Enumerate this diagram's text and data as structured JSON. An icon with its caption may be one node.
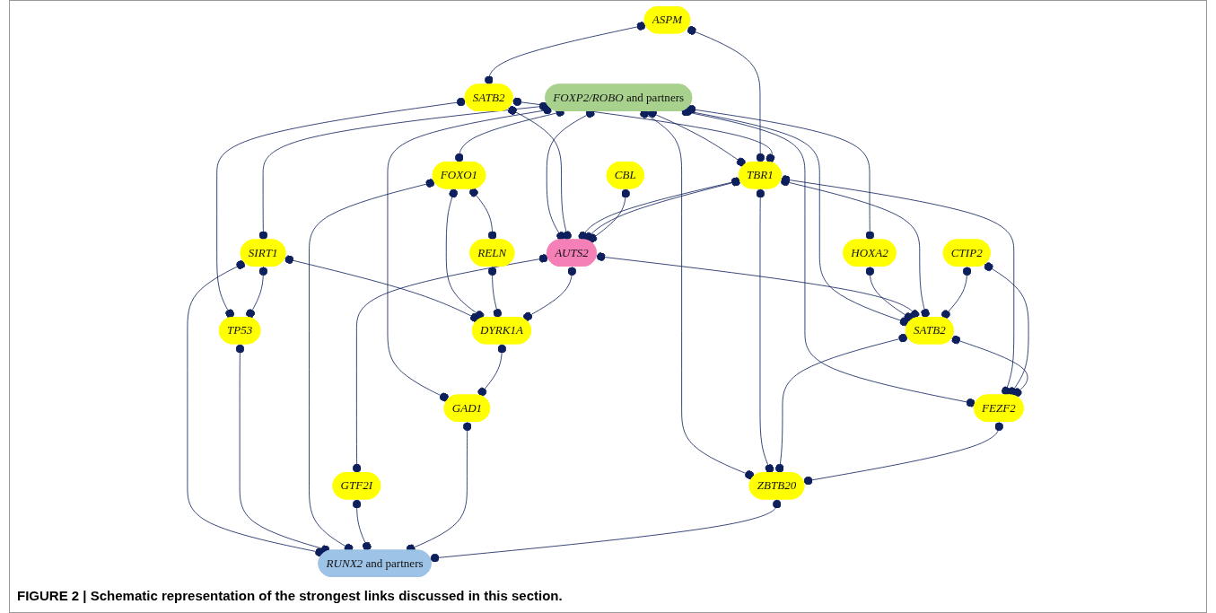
{
  "diagram": {
    "caption": "FIGURE 2 | Schematic representation of the strongest links discussed in this section.",
    "nodes": [
      {
        "text": [
          "*FOXP2/ROBO* and partners"
        ]
      },
      {
        "text": [
          "HOXA2"
        ]
      },
      {
        "text": [
          "FOXO1"
        ]
      },
      {
        "text": [
          "ASPM"
        ]
      },
      {
        "text": [
          "SATB2"
        ]
      },
      {
        "text": [
          "SIRT1"
        ]
      },
      {
        "text": [
          "TP53"
        ]
      },
      {
        "text": [
          "RELN"
        ]
      },
      {
        "text": [
          "TBR1"
        ]
      },
      {
        "text": [
          "AUTS2"
        ]
      },
      {
        "text": [
          "DYRK1A"
        ]
      },
      {
        "text": [
          "CTIP2"
        ]
      },
      {
        "text": [
          "CBL"
        ]
      },
      {
        "text": [
          "SATB2"
        ]
      },
      {
        "text": [
          "FEZF2"
        ]
      },
      {
        "text": [
          "GTF2I"
        ]
      },
      {
        "text": [
          "GAD1"
        ]
      },
      {
        "text": [
          "ZBTB20"
        ]
      },
      {
        "text": [
          "*RUNX2* and partners"
        ]
      }
    ],
    "edges": [
      {
        "from": 0,
        "to": 13,
        "arrow": "other"
      },
      {
        "from": 0,
        "to": 1,
        "arrow": "other"
      },
      {
        "from": 0,
        "to": 8,
        "arrow": "other"
      },
      {
        "from": 0,
        "to": 14,
        "arrow": "other"
      },
      {
        "from": 0,
        "to": 9,
        "arrow": "other"
      },
      {
        "from": 0,
        "to": 5,
        "arrow": "other"
      },
      {
        "from": 0,
        "to": 16,
        "arrow": "other"
      },
      {
        "from": 0,
        "to": 2,
        "arrow": "other"
      },
      {
        "from": 0,
        "to": 17,
        "arrow": "other"
      },
      {
        "from": 1,
        "to": 13,
        "arrow": "other"
      },
      {
        "from": 3,
        "to": 4,
        "arrow": "other"
      },
      {
        "from": 3,
        "to": 8,
        "arrow": "other"
      },
      {
        "from": 4,
        "to": 8,
        "arrow": "other"
      },
      {
        "from": 4,
        "to": 9,
        "arrow": "other"
      },
      {
        "from": 4,
        "to": 6,
        "arrow": "other"
      },
      {
        "from": 5,
        "to": 6,
        "arrow": "other"
      },
      {
        "from": 5,
        "to": 18,
        "arrow": "other"
      },
      {
        "from": 5,
        "to": 10,
        "arrow": "other"
      },
      {
        "from": 6,
        "to": 18,
        "arrow": "other"
      },
      {
        "from": 2,
        "to": 7,
        "arrow": "other"
      },
      {
        "from": 2,
        "to": 10,
        "arrow": "other"
      },
      {
        "from": 2,
        "to": 18,
        "arrow": "other"
      },
      {
        "from": 7,
        "to": 10,
        "arrow": "other"
      },
      {
        "from": 8,
        "to": 9,
        "arrow": "other"
      },
      {
        "from": 8,
        "to": 9,
        "arrow": "other"
      },
      {
        "from": 9,
        "to": 10,
        "arrow": "other"
      },
      {
        "from": 12,
        "to": 9,
        "arrow": "other"
      },
      {
        "from": 9,
        "to": 13,
        "arrow": "other"
      },
      {
        "from": 9,
        "to": 15,
        "arrow": "other"
      },
      {
        "from": 8,
        "to": 13,
        "arrow": "other"
      },
      {
        "from": 8,
        "to": 17,
        "arrow": "other"
      },
      {
        "from": 8,
        "to": 14,
        "arrow": "other"
      },
      {
        "from": 11,
        "to": 13,
        "arrow": "other"
      },
      {
        "from": 11,
        "to": 14,
        "arrow": "other"
      },
      {
        "from": 13,
        "to": 14,
        "arrow": "other"
      },
      {
        "from": 13,
        "to": 17,
        "arrow": "other"
      },
      {
        "from": 14,
        "to": 17,
        "arrow": "other"
      },
      {
        "from": 15,
        "to": 18,
        "arrow": "other"
      },
      {
        "from": 10,
        "to": 16,
        "arrow": "other"
      },
      {
        "from": 16,
        "to": 18,
        "arrow": "other"
      },
      {
        "from": 17,
        "to": 18,
        "arrow": "other"
      }
    ]
  }
}
